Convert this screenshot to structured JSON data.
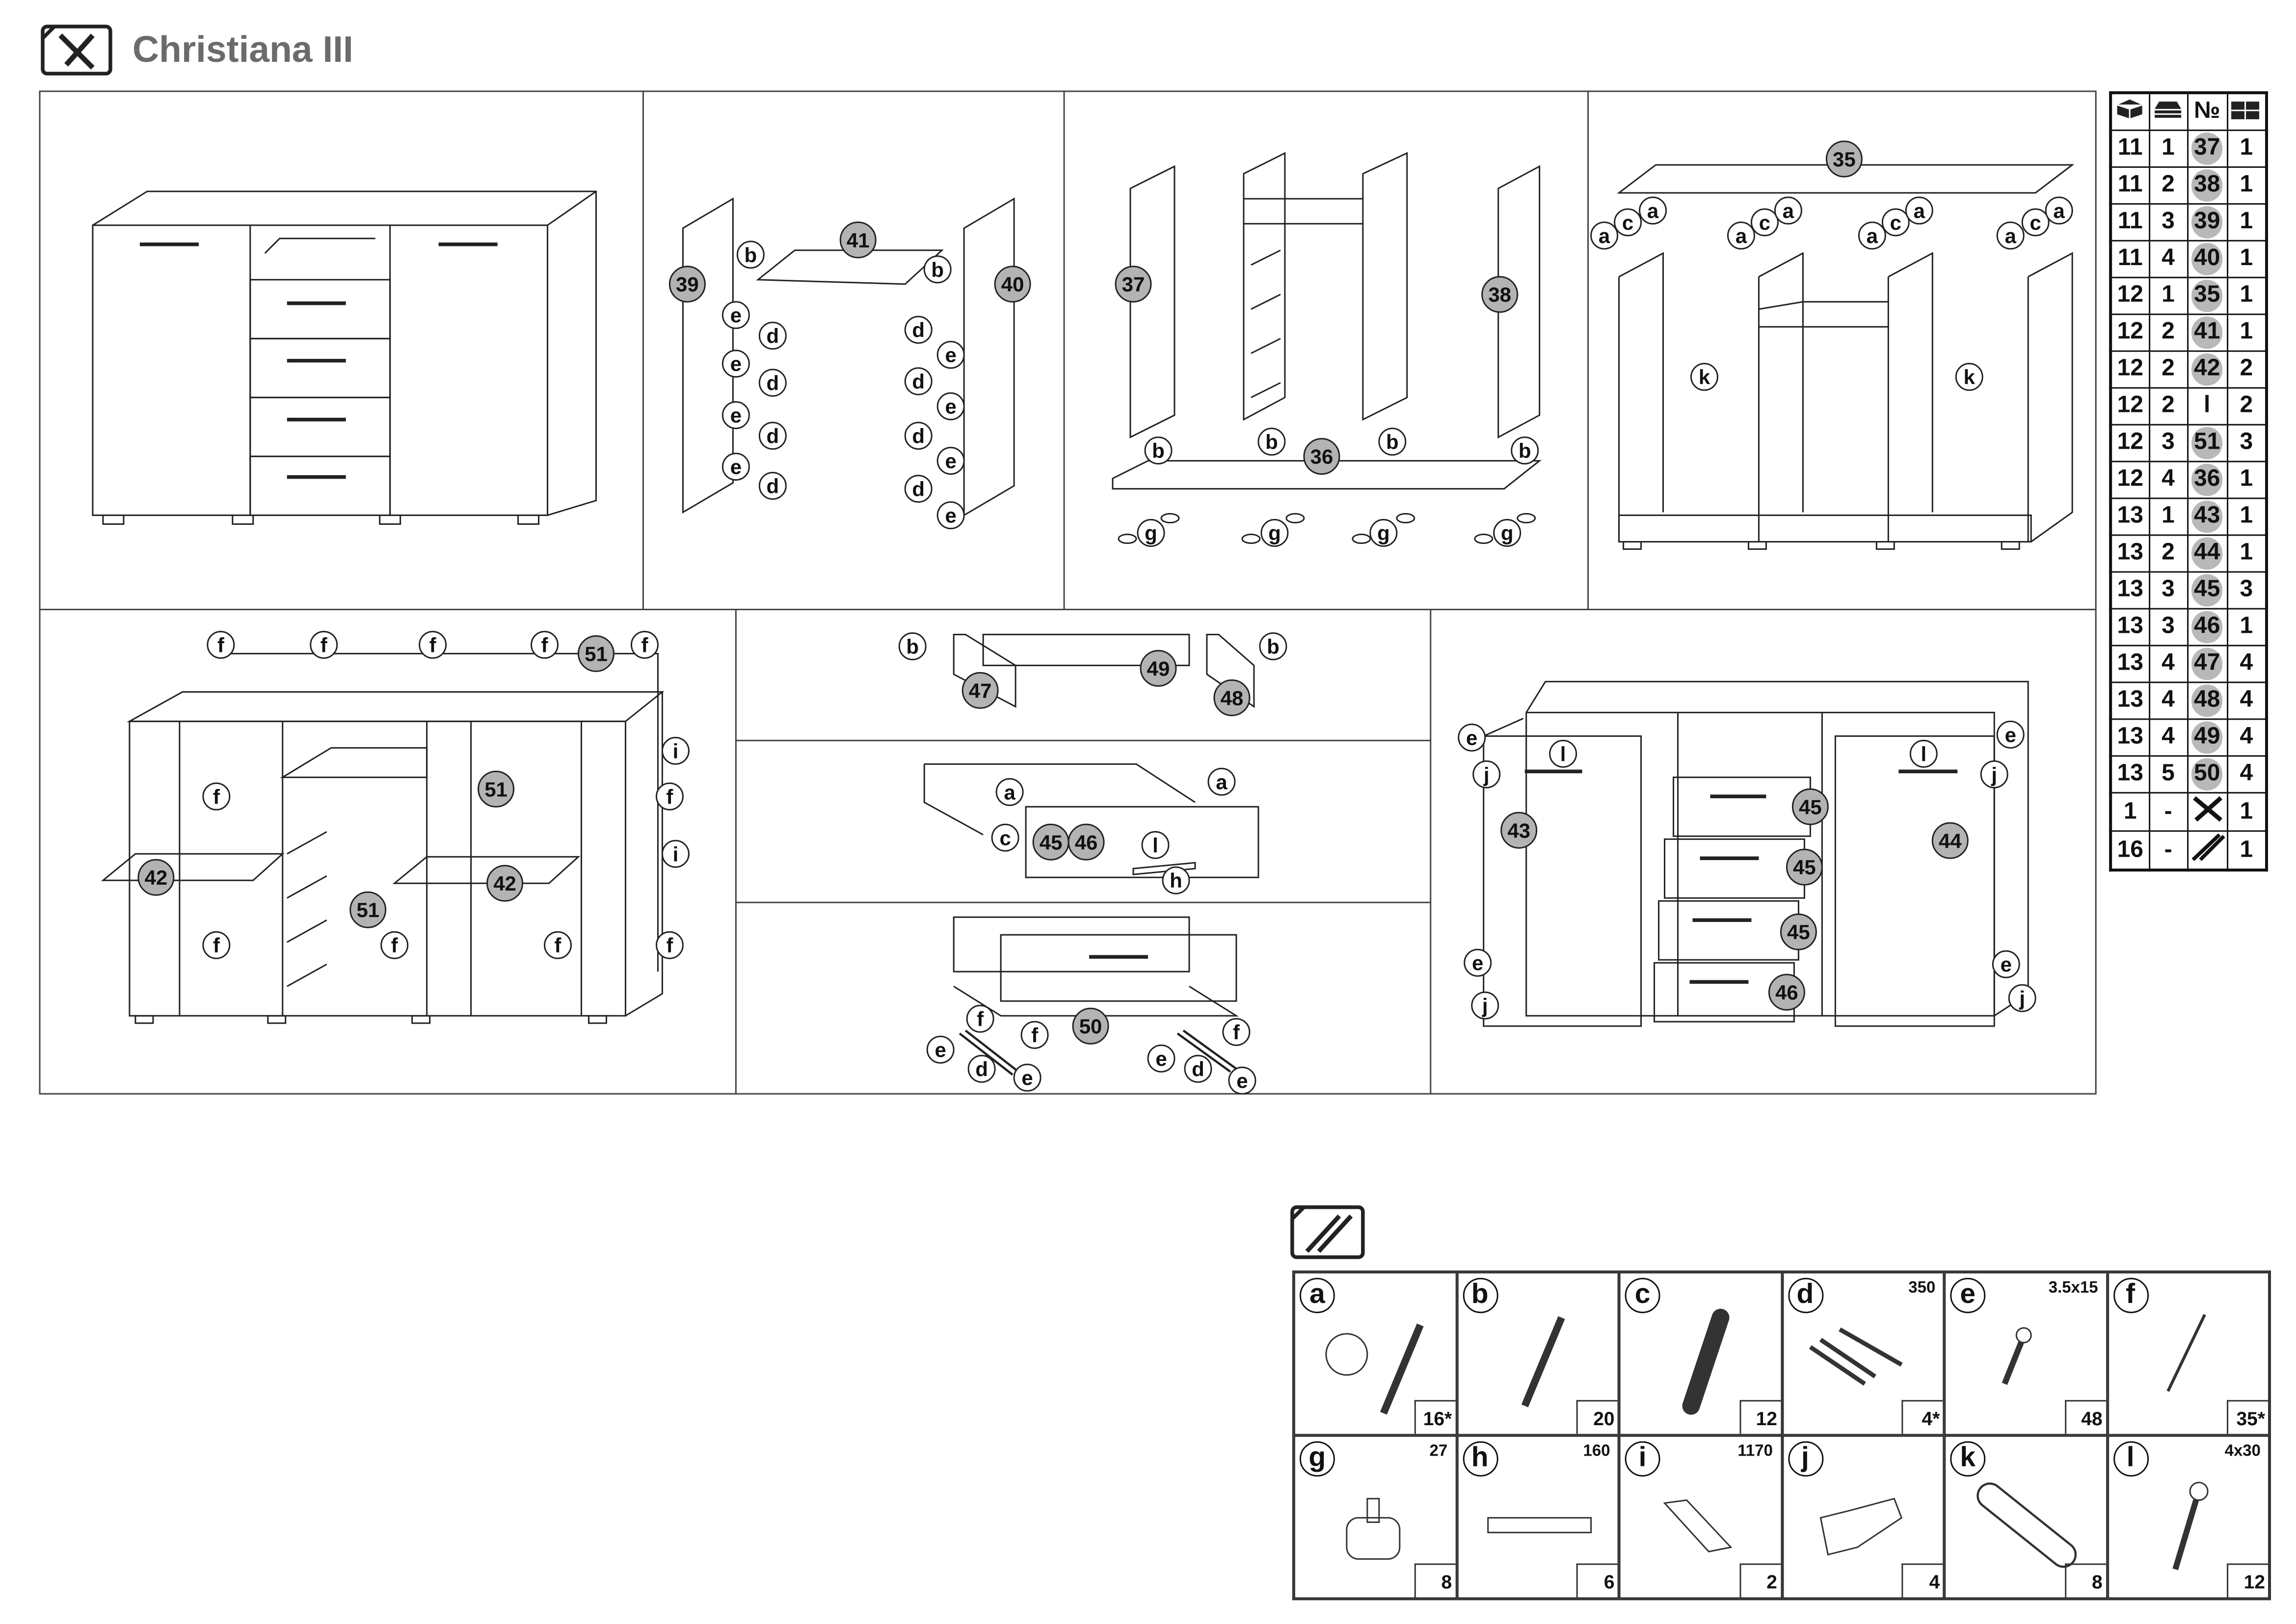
{
  "title": "Christiana III",
  "panels": {
    "p2": [
      "39",
      "41",
      "40",
      "b",
      "b",
      "e",
      "d",
      "e",
      "d",
      "e",
      "d",
      "e",
      "d",
      "d",
      "e",
      "d",
      "e",
      "d",
      "e",
      "d",
      "e"
    ],
    "p3": [
      "37",
      "38",
      "36",
      "b",
      "b",
      "b",
      "b",
      "g",
      "g",
      "g",
      "g"
    ],
    "p4": [
      "35",
      "a",
      "c",
      "a",
      "a",
      "c",
      "a",
      "a",
      "c",
      "a",
      "a",
      "c",
      "a",
      "k",
      "k"
    ],
    "p5": [
      "f",
      "f",
      "f",
      "f",
      "51",
      "f",
      "i",
      "f",
      "51",
      "f",
      "i",
      "42",
      "42",
      "51",
      "f",
      "f",
      "f",
      "f"
    ],
    "p6a": [
      "b",
      "47",
      "49",
      "48",
      "b"
    ],
    "p6b": [
      "a",
      "a",
      "c",
      "45",
      "46",
      "l",
      "h"
    ],
    "p6c": [
      "f",
      "f",
      "f",
      "50",
      "e",
      "d",
      "e",
      "e",
      "d",
      "e"
    ],
    "p7": [
      "e",
      "j",
      "l",
      "43",
      "45",
      "45",
      "45",
      "46",
      "l",
      "e",
      "j",
      "44",
      "e",
      "j",
      "e",
      "j"
    ]
  },
  "parts_table": {
    "header": {
      "box_icon": "box-icon",
      "layer_icon": "stack-icon",
      "no": "№",
      "qty_icon": "quantity-grid-icon"
    },
    "rows": [
      [
        "11",
        "1",
        "37",
        "1"
      ],
      [
        "11",
        "2",
        "38",
        "1"
      ],
      [
        "11",
        "3",
        "39",
        "1"
      ],
      [
        "11",
        "4",
        "40",
        "1"
      ],
      [
        "12",
        "1",
        "35",
        "1"
      ],
      [
        "12",
        "2",
        "41",
        "1"
      ],
      [
        "12",
        "2",
        "42",
        "2"
      ],
      [
        "12",
        "2",
        "l",
        "2"
      ],
      [
        "12",
        "3",
        "51",
        "3"
      ],
      [
        "12",
        "4",
        "36",
        "1"
      ],
      [
        "13",
        "1",
        "43",
        "1"
      ],
      [
        "13",
        "2",
        "44",
        "1"
      ],
      [
        "13",
        "3",
        "45",
        "3"
      ],
      [
        "13",
        "3",
        "46",
        "1"
      ],
      [
        "13",
        "4",
        "47",
        "4"
      ],
      [
        "13",
        "4",
        "48",
        "4"
      ],
      [
        "13",
        "4",
        "49",
        "4"
      ],
      [
        "13",
        "5",
        "50",
        "4"
      ],
      [
        "1",
        "-",
        "tools-icon",
        "1"
      ],
      [
        "16",
        "-",
        "rails-icon",
        "1"
      ]
    ]
  },
  "hardware": [
    {
      "letter": "a",
      "spec": "",
      "count": "16*"
    },
    {
      "letter": "b",
      "spec": "",
      "count": "20"
    },
    {
      "letter": "c",
      "spec": "",
      "count": "12"
    },
    {
      "letter": "d",
      "spec": "350",
      "count": "4*"
    },
    {
      "letter": "e",
      "spec": "3.5x15",
      "count": "48"
    },
    {
      "letter": "f",
      "spec": "",
      "count": "35*"
    },
    {
      "letter": "g",
      "spec": "27",
      "count": "8"
    },
    {
      "letter": "h",
      "spec": "160",
      "count": "6"
    },
    {
      "letter": "i",
      "spec": "1170",
      "count": "2"
    },
    {
      "letter": "j",
      "spec": "",
      "count": "4"
    },
    {
      "letter": "k",
      "spec": "",
      "count": "8"
    },
    {
      "letter": "l",
      "spec": "4x30",
      "count": "12"
    }
  ],
  "colors": {
    "part_callout": "#b3b3b3",
    "title": "#6b6b6b",
    "line": "#222222"
  }
}
